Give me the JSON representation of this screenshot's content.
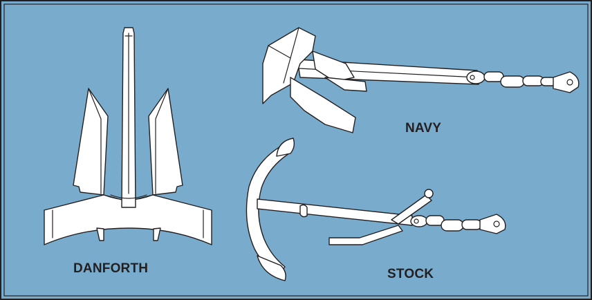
{
  "colors": {
    "background": "#79accc",
    "frame": "#231f20",
    "anchor_fill": "#ffffff",
    "outline": "#231f20",
    "label_text": "#231f20"
  },
  "labels": {
    "danforth": "DANFORTH",
    "navy": "NAVY",
    "stock": "STOCK"
  },
  "figures": [
    "danforth-anchor",
    "navy-anchor",
    "stock-anchor"
  ]
}
